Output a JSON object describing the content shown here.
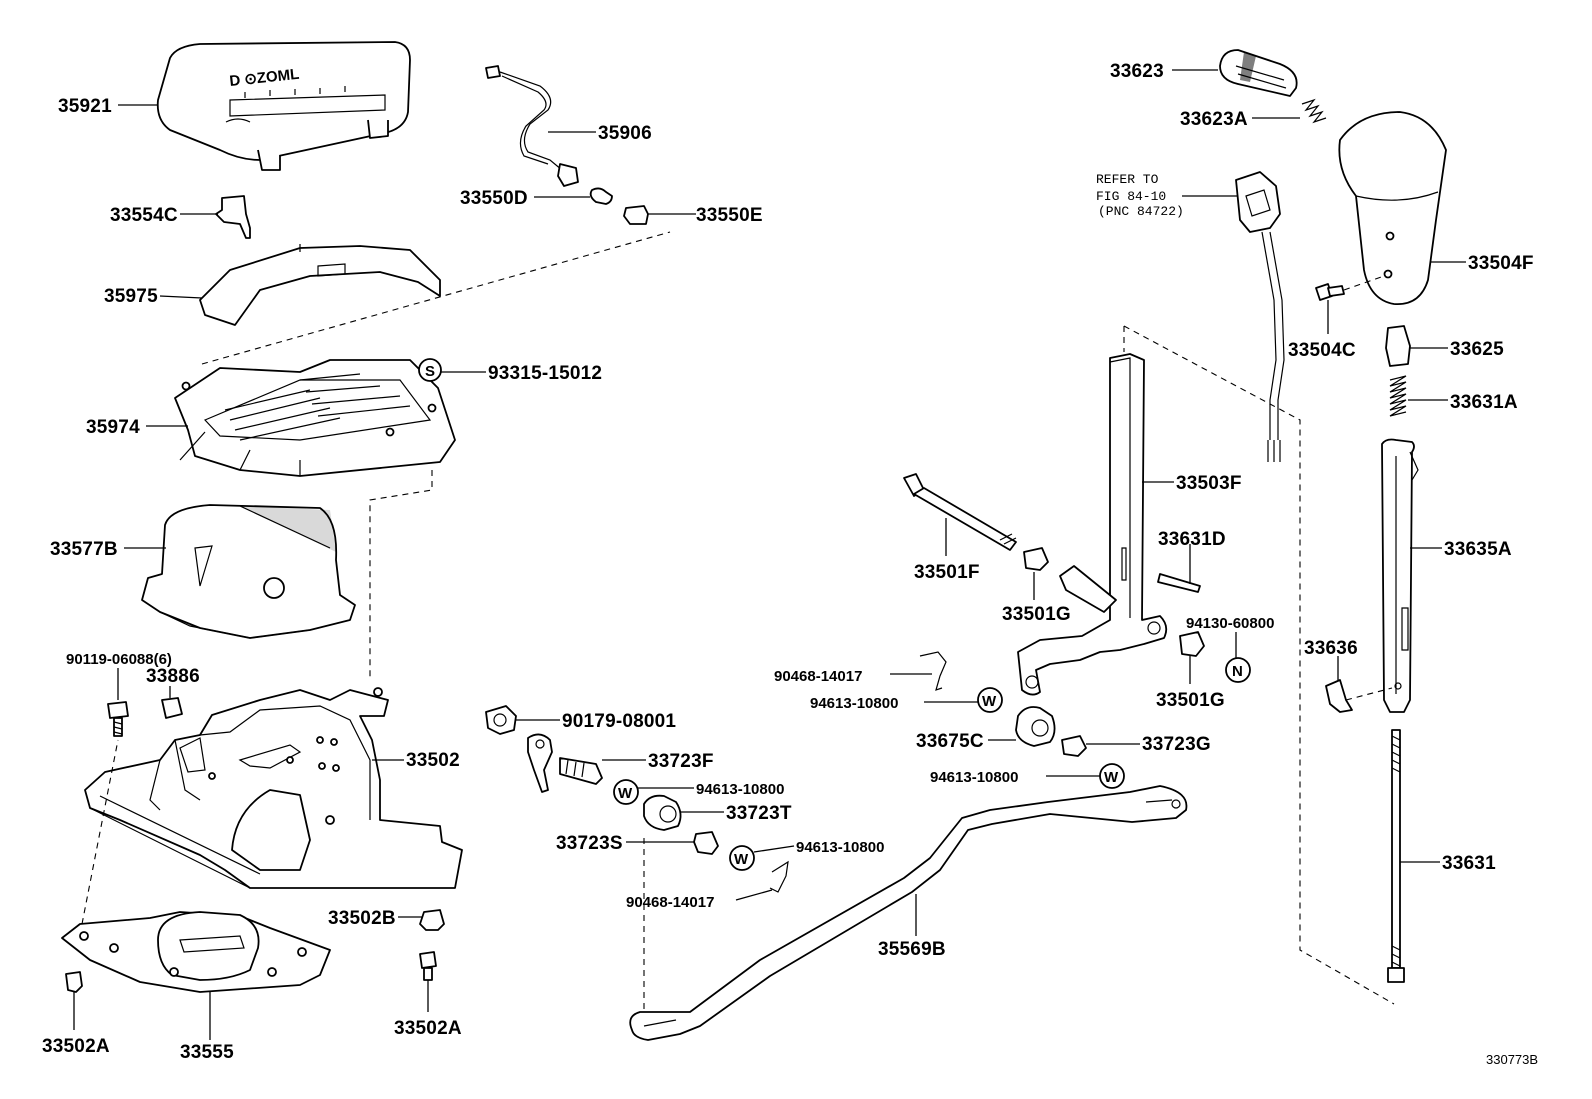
{
  "diagram": {
    "code": "330773B",
    "refer_note": [
      "REFER TO",
      "FIG 84-10",
      "(PNC 84722)"
    ],
    "callouts": [
      "35921",
      "33554C",
      "35975",
      "35974",
      "33577B",
      "90119-06088(6)",
      "33886",
      "33502",
      "33502B",
      "33502A",
      "33555",
      "33502A",
      "35906",
      "33550D",
      "33550E",
      "93315-15012",
      "90179-08001",
      "33723F",
      "94613-10800",
      "33723T",
      "33723S",
      "94613-10800",
      "90468-14017",
      "35569B",
      "90468-14017",
      "94613-10800",
      "33501F",
      "33501G",
      "33675C",
      "33723G",
      "94613-10800",
      "33503F",
      "33631D",
      "94130-60800",
      "33501G",
      "33623",
      "33623A",
      "33504F",
      "33504C",
      "33625",
      "33631A",
      "33635A",
      "33636",
      "33631"
    ],
    "symbols": [
      "S",
      "W",
      "W",
      "W",
      "W",
      "N"
    ]
  }
}
